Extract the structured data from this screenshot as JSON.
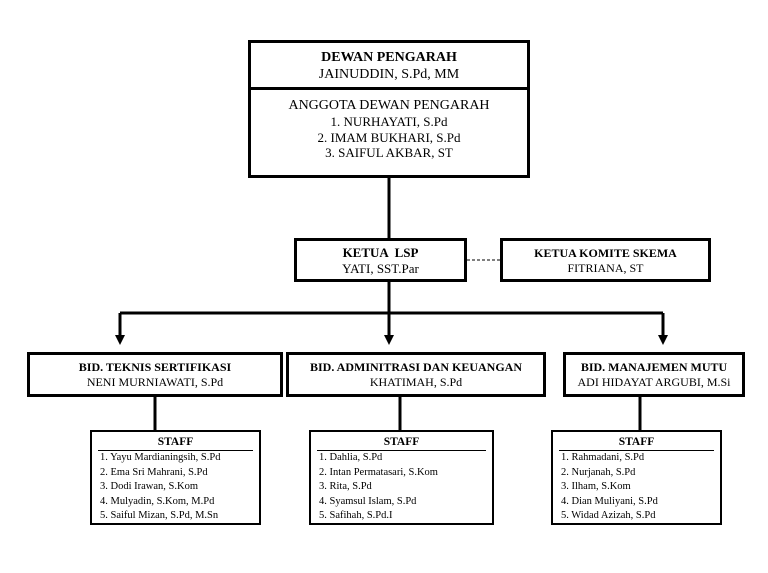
{
  "dewan": {
    "title": "DEWAN PENGARAH",
    "name": "JAINUDDIN, S.Pd, MM",
    "anggota_title": "ANGGOTA DEWAN PENGARAH",
    "anggota": [
      "1. NURHAYATI, S.Pd",
      "2. IMAM BUKHARI, S.Pd",
      "3. SAIFUL AKBAR, ST"
    ]
  },
  "ketua": {
    "title": "KETUA  LSP",
    "name": "YATI, SST.Par"
  },
  "komite": {
    "title": "KETUA KOMITE SKEMA",
    "name": "FITRIANA, ST"
  },
  "divisions": [
    {
      "title": "BID. TEKNIS SERTIFIKASI",
      "head": "NENI MURNIAWATI, S.Pd",
      "staff_title": "STAFF",
      "staff": [
        "1. Yayu Mardianingsih, S.Pd",
        "2. Ema Sri Mahrani, S.Pd",
        "3. Dodi Irawan, S.Kom",
        "4. Mulyadin, S.Kom, M.Pd",
        "5. Saiful Mizan, S.Pd, M.Sn"
      ]
    },
    {
      "title": "BID. ADMINITRASI DAN KEUANGAN",
      "head": "KHATIMAH, S.Pd",
      "staff_title": "STAFF",
      "staff": [
        "1. Dahlia, S.Pd",
        "2. Intan Permatasari, S.Kom",
        "3. Rita, S.Pd",
        "4. Syamsul Islam, S.Pd",
        "5. Safihah, S.Pd.I"
      ]
    },
    {
      "title": "BID. MANAJEMEN MUTU",
      "head": "ADI HIDAYAT ARGUBI, M.Si",
      "staff_title": "STAFF",
      "staff": [
        "1. Rahmadani, S.Pd",
        "2. Nurjanah, S.Pd",
        "3. Ilham, S.Kom",
        "4. Dian Muliyani, S.Pd",
        "5. Widad Azizah, S.Pd"
      ]
    }
  ]
}
